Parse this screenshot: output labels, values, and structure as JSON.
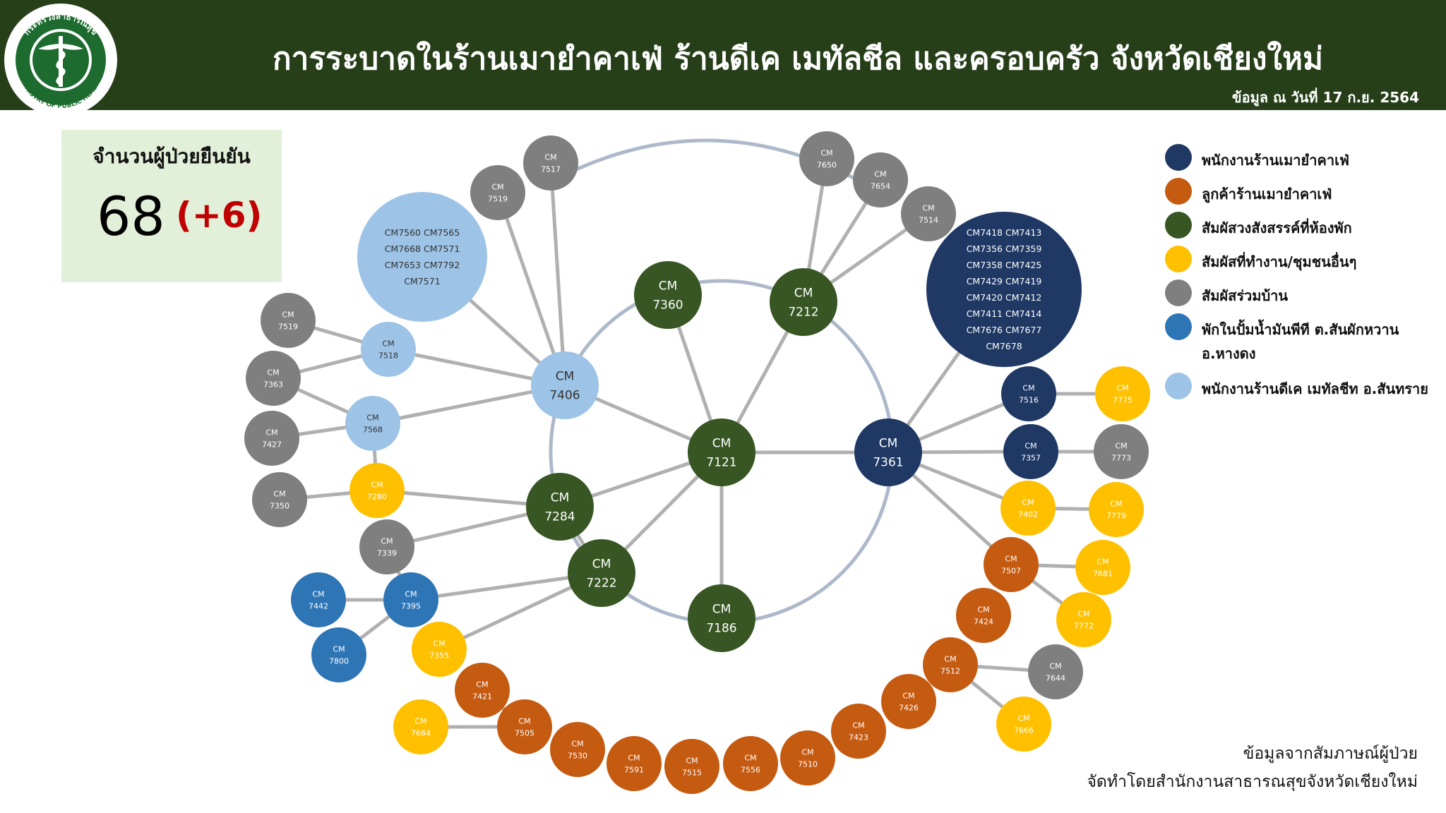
{
  "header": {
    "title": "การระบาดในร้านเมายำคาเฟ่ ร้านดีเค เมทัลชีล และครอบครัว จังหวัดเชียงใหม่",
    "date": "ข้อมูล ณ วันที่ 17 ก.ย. 2564",
    "logo_top_text": "กระทรวงสาธารณสุข",
    "logo_bottom_text": "MINISTRY OF PUBLIC HEALTH"
  },
  "stats": {
    "label": "จำนวนผู้ป่วยยืนยัน",
    "total": "68",
    "change": "(+6)"
  },
  "colors": {
    "header_bg": "#263f19",
    "staff": "#1f3864",
    "customer": "#c55a11",
    "party": "#375623",
    "work": "#ffc000",
    "household": "#7f7f7f",
    "gas_station": "#2e75b6",
    "dk_staff": "#9dc3e6",
    "edge": "#b0b0b0",
    "ring": "#adb9ca"
  },
  "legend": [
    {
      "key": "staff",
      "label": "พนักงานร้านเมายำคาเฟ่"
    },
    {
      "key": "customer",
      "label": "ลูกค้าร้านเมายำคาเฟ่"
    },
    {
      "key": "party",
      "label": "สัมผัสวงสังสรรค์ที่ห้องพัก"
    },
    {
      "key": "work",
      "label": "สัมผัสที่ทำงาน/ชุมชนอื่นๆ"
    },
    {
      "key": "household",
      "label": "สัมผัสร่วมบ้าน"
    },
    {
      "key": "gas_station",
      "label": "พักในปั้มน้ำมันพีที ต.สันผักหวาน",
      "label2": "อ.หางดง"
    },
    {
      "key": "dk_staff",
      "label": "พนักงานร้านดีเค เมทัลชีท อ.สันทราย"
    }
  ],
  "nodes": [
    {
      "id": "7121",
      "label": "CM\n7121",
      "cat": "party",
      "size": "l"
    },
    {
      "id": "7360",
      "label": "CM\n7360",
      "cat": "party",
      "size": "l"
    },
    {
      "id": "7212",
      "label": "CM\n7212",
      "cat": "party",
      "size": "l"
    },
    {
      "id": "7284",
      "label": "CM\n7284",
      "cat": "party",
      "size": "l"
    },
    {
      "id": "7222",
      "label": "CM\n7222",
      "cat": "party",
      "size": "l"
    },
    {
      "id": "7186",
      "label": "CM\n7186",
      "cat": "party",
      "size": "l"
    },
    {
      "id": "7361",
      "label": "CM\n7361",
      "cat": "staff",
      "size": "l"
    },
    {
      "id": "7406",
      "label": "CM\n7406",
      "cat": "dk_staff",
      "size": "l"
    },
    {
      "id": "dkgroup",
      "label": "CM7560 CM7565\nCM7668 CM7571\nCM7653 CM7792\nCM7571",
      "cat": "dk_staff",
      "size": "g1"
    },
    {
      "id": "staffgroup",
      "label": "CM7418 CM7413\nCM7356 CM7359\nCM7358 CM7425\nCM7429 CM7419\nCM7420 CM7412\nCM7411 CM7414\nCM7676 CM7677\nCM7678",
      "cat": "staff",
      "size": "g2"
    },
    {
      "id": "7517",
      "label": "CM\n7517",
      "cat": "household",
      "size": "s"
    },
    {
      "id": "7519a",
      "label": "CM\n7519",
      "cat": "household",
      "size": "s"
    },
    {
      "id": "7518",
      "label": "CM\n7518",
      "cat": "dk_staff",
      "size": "s"
    },
    {
      "id": "7568",
      "label": "CM\n7568",
      "cat": "dk_staff",
      "size": "s"
    },
    {
      "id": "7519b",
      "label": "CM\n7519",
      "cat": "household",
      "size": "s"
    },
    {
      "id": "7363",
      "label": "CM\n7363",
      "cat": "household",
      "size": "s"
    },
    {
      "id": "7427",
      "label": "CM\n7427",
      "cat": "household",
      "size": "s"
    },
    {
      "id": "7350",
      "label": "CM\n7350",
      "cat": "household",
      "size": "s"
    },
    {
      "id": "7280",
      "label": "CM\n7280",
      "cat": "work",
      "size": "s"
    },
    {
      "id": "7339",
      "label": "CM\n7339",
      "cat": "household",
      "size": "s"
    },
    {
      "id": "7395",
      "label": "CM\n7395",
      "cat": "gas_station",
      "size": "s"
    },
    {
      "id": "7442",
      "label": "CM\n7442",
      "cat": "gas_station",
      "size": "s"
    },
    {
      "id": "7800",
      "label": "CM\n7800",
      "cat": "gas_station",
      "size": "s"
    },
    {
      "id": "7355",
      "label": "CM\n7355",
      "cat": "work",
      "size": "s"
    },
    {
      "id": "7421",
      "label": "CM\n7421",
      "cat": "customer",
      "size": "s"
    },
    {
      "id": "7505",
      "label": "CM\n7505",
      "cat": "customer",
      "size": "s"
    },
    {
      "id": "7664",
      "label": "CM\n7664",
      "cat": "work",
      "size": "s"
    },
    {
      "id": "7530",
      "label": "CM\n7530",
      "cat": "customer",
      "size": "s"
    },
    {
      "id": "7591",
      "label": "CM\n7591",
      "cat": "customer",
      "size": "s"
    },
    {
      "id": "7515",
      "label": "CM\n7515",
      "cat": "customer",
      "size": "s"
    },
    {
      "id": "7556",
      "label": "CM\n7556",
      "cat": "customer",
      "size": "s"
    },
    {
      "id": "7510",
      "label": "CM\n7510",
      "cat": "customer",
      "size": "s"
    },
    {
      "id": "7423",
      "label": "CM\n7423",
      "cat": "customer",
      "size": "s"
    },
    {
      "id": "7426",
      "label": "CM\n7426",
      "cat": "customer",
      "size": "s"
    },
    {
      "id": "7512",
      "label": "CM\n7512",
      "cat": "customer",
      "size": "s"
    },
    {
      "id": "7424",
      "label": "CM\n7424",
      "cat": "customer",
      "size": "s"
    },
    {
      "id": "7507",
      "label": "CM\n7507",
      "cat": "customer",
      "size": "s"
    },
    {
      "id": "7402",
      "label": "CM\n7402",
      "cat": "work",
      "size": "s"
    },
    {
      "id": "7357",
      "label": "CM\n7357",
      "cat": "staff",
      "size": "s"
    },
    {
      "id": "7516",
      "label": "CM\n7516",
      "cat": "staff",
      "size": "s"
    },
    {
      "id": "7775",
      "label": "CM\n7775",
      "cat": "work",
      "size": "s"
    },
    {
      "id": "7773",
      "label": "CM\n7773",
      "cat": "household",
      "size": "s"
    },
    {
      "id": "7779",
      "label": "CM\n7779",
      "cat": "work",
      "size": "s"
    },
    {
      "id": "7681",
      "label": "CM\n7681",
      "cat": "work",
      "size": "s"
    },
    {
      "id": "7772",
      "label": "CM\n7772",
      "cat": "work",
      "size": "s"
    },
    {
      "id": "7644",
      "label": "CM\n7644",
      "cat": "household",
      "size": "s"
    },
    {
      "id": "7666",
      "label": "CM\n7666",
      "cat": "work",
      "size": "s"
    },
    {
      "id": "7650",
      "label": "CM\n7650",
      "cat": "household",
      "size": "s"
    },
    {
      "id": "7654",
      "label": "CM\n7654",
      "cat": "household",
      "size": "s"
    },
    {
      "id": "7514",
      "label": "CM\n7514",
      "cat": "household",
      "size": "s"
    }
  ],
  "edges": [
    [
      "7121",
      "7360"
    ],
    [
      "7121",
      "7212"
    ],
    [
      "7121",
      "7284"
    ],
    [
      "7121",
      "7222"
    ],
    [
      "7121",
      "7186"
    ],
    [
      "7121",
      "7361"
    ],
    [
      "7121",
      "7406"
    ],
    [
      "7406",
      "7517"
    ],
    [
      "7406",
      "7519a"
    ],
    [
      "7406",
      "dkgroup"
    ],
    [
      "7406",
      "7518"
    ],
    [
      "7406",
      "7568"
    ],
    [
      "7518",
      "7519b"
    ],
    [
      "7518",
      "7363"
    ],
    [
      "7568",
      "7363"
    ],
    [
      "7568",
      "7427"
    ],
    [
      "7568",
      "7280"
    ],
    [
      "7280",
      "7350"
    ],
    [
      "7280",
      "7284"
    ],
    [
      "7284",
      "7339"
    ],
    [
      "7339",
      "7395"
    ],
    [
      "7395",
      "7442"
    ],
    [
      "7395",
      "7800"
    ],
    [
      "7395",
      "7222"
    ],
    [
      "7222",
      "7355"
    ],
    [
      "7222",
      "7284"
    ],
    [
      "7421",
      "7505"
    ],
    [
      "7505",
      "7664"
    ],
    [
      "7212",
      "7650"
    ],
    [
      "7212",
      "7654"
    ],
    [
      "7212",
      "7514"
    ],
    [
      "7361",
      "staffgroup"
    ],
    [
      "7361",
      "7516"
    ],
    [
      "7361",
      "7357"
    ],
    [
      "7361",
      "7402"
    ],
    [
      "7361",
      "7507"
    ],
    [
      "7516",
      "7775"
    ],
    [
      "7357",
      "7773"
    ],
    [
      "7402",
      "7779"
    ],
    [
      "7507",
      "7681"
    ],
    [
      "7507",
      "7772"
    ],
    [
      "7512",
      "7644"
    ],
    [
      "7512",
      "7666"
    ]
  ],
  "source_line1": "ข้อมูลจากสัมภาษณ์ผู้ป่วย",
  "source_line2": "จัดทำโดยสำนักงานสาธารณสุขจังหวัดเชียงใหม่"
}
